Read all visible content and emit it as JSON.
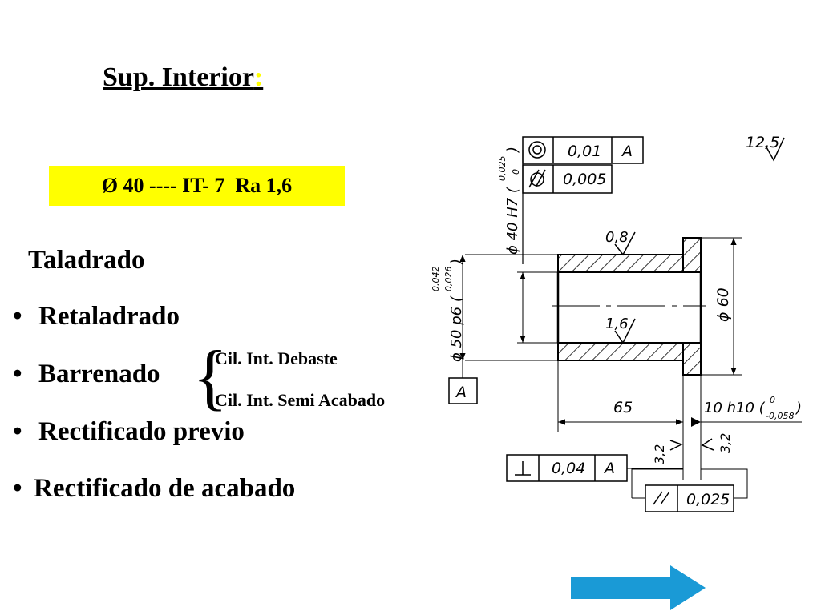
{
  "title": {
    "text": "Sup. Interior",
    "colon": ":"
  },
  "spec": "Ø 40 ---- IT- 7  Ra 1,6",
  "processes": [
    {
      "bullet": "",
      "label": "Taladrado"
    },
    {
      "bullet": "•",
      "label": "Retaladrado"
    },
    {
      "bullet": "•",
      "label": "Barrenado"
    },
    {
      "bullet": "•",
      "label": "Rectificado previo"
    },
    {
      "bullet": "•",
      "label": "Rectificado de acabado"
    }
  ],
  "barrenado_sub": [
    "Cil. Int. Debaste",
    "Cil. Int.  Semi Acabado"
  ],
  "drawing": {
    "tolerances_top": [
      {
        "value": "0,01",
        "datum": "A"
      },
      {
        "value": "0,005"
      }
    ],
    "roughness_general": "12,5",
    "roughness_outer": "0,8",
    "roughness_inner": "1,6",
    "roughness_face_left": "3,2",
    "roughness_face_right": "3,2",
    "dim_inner": "ϕ 40 H7 (",
    "dim_inner_upper": "0,025",
    "dim_inner_lower": "0",
    "dim_outer": "ϕ 50 p6 (",
    "dim_outer_upper": "0,042",
    "dim_outer_lower": "0,026",
    "dim_flange": "ϕ 60",
    "dim_length": "65",
    "dim_flange_width": "10 h10 (",
    "dim_flange_upper": "0",
    "dim_flange_lower": "-0,058",
    "datum_label": "A",
    "perp_tolerance": "0,04",
    "perp_datum": "A",
    "parallel_tolerance": "0,025"
  },
  "colors": {
    "highlight": "#ffff00",
    "arrow": "#1a9ad6"
  }
}
